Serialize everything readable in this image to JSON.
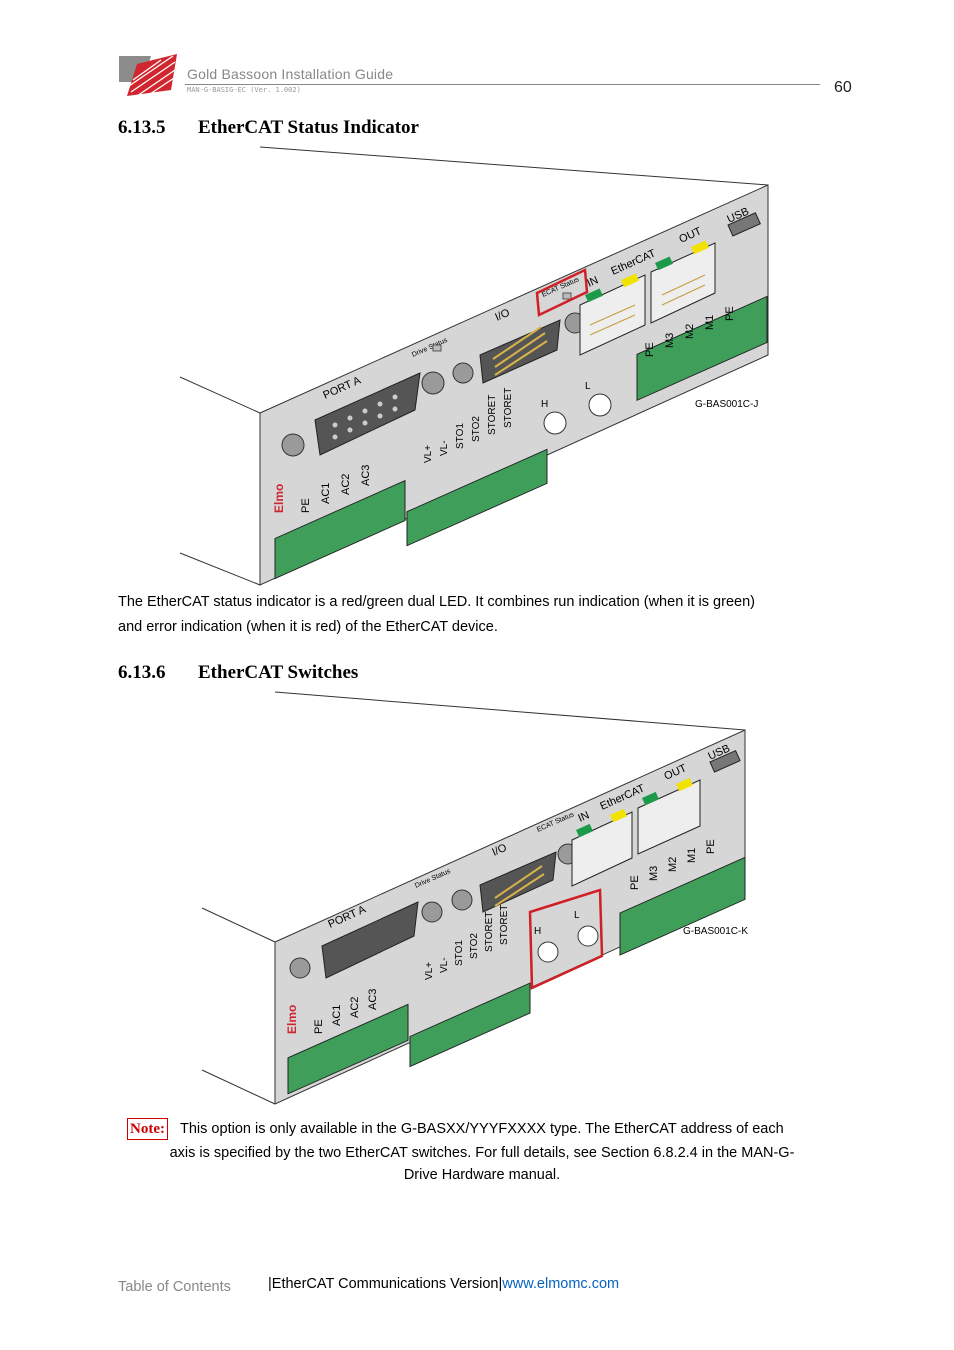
{
  "header": {
    "title": "Gold Bassoon Installation Guide",
    "subtitle": "MAN-G-BASIG-EC (Ver. 1.002)",
    "page_number": "60"
  },
  "section1": {
    "number": "6.13.5",
    "title": "EtherCAT Status Indicator",
    "figure_caption": "G-BAS001C-J",
    "paragraph_line1": "The EtherCAT status indicator is a red/green dual LED. It combines run indication (when it is green)",
    "paragraph_line2": "and error indication (when it is red) of the EtherCAT device."
  },
  "section2": {
    "number": "6.13.6",
    "title": "EtherCAT Switches",
    "figure_caption": "G-BAS001C-K"
  },
  "device_labels": {
    "port_a": "PORT A",
    "io": "I/O",
    "drive_status": "Drive Status",
    "ecat_status": "ECAT Status",
    "in": "IN",
    "ethercat": "EtherCAT",
    "out": "OUT",
    "usb": "USB",
    "h": "H",
    "l": "L",
    "brand": "Elmo",
    "power_pins": [
      "PE",
      "AC1",
      "AC2",
      "AC3"
    ],
    "logic_pins": [
      "VL+",
      "VL-",
      "STO1",
      "STO2",
      "STORET",
      "STORET"
    ],
    "motor_pins": [
      "PE",
      "M3",
      "M2",
      "M1",
      "PE"
    ]
  },
  "note": {
    "label": "Note:",
    "line1": "This option is only available in the G-BASXX/YYYFXXXX type. The EtherCAT address of each",
    "line2": "axis is specified by the two EtherCAT switches. For full details, see Section 6.8.2.4 in the MAN-G-",
    "line3": "Drive Hardware manual."
  },
  "footer": {
    "toc": "Table of Contents",
    "middle": "|EtherCAT Communications Version|",
    "link": "www.elmomc.com"
  },
  "colors": {
    "logo_red": "#d0262f",
    "connector_green": "#3f9e5a",
    "led_green": "#1c9a4a",
    "led_yellow": "#f2e200",
    "highlight_red": "#d01f26",
    "link_blue": "#0563c1"
  }
}
